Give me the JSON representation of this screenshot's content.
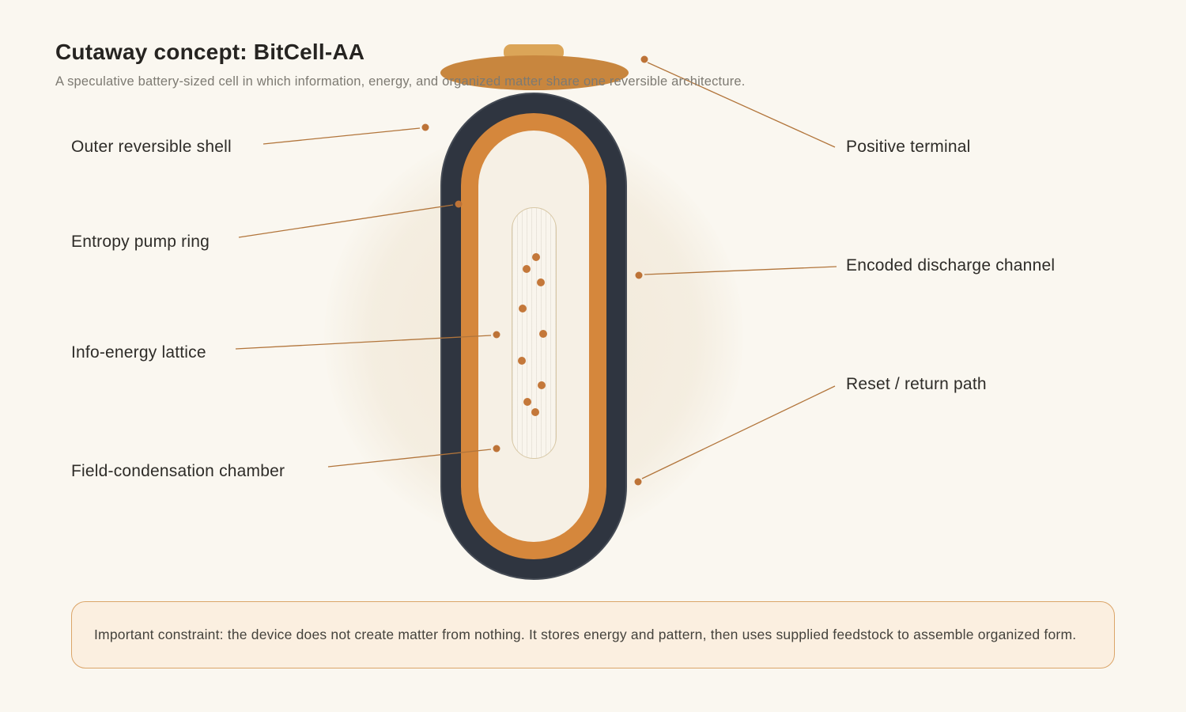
{
  "header": {
    "title": "Cutaway concept: BitCell-AA",
    "subtitle": "A speculative battery-sized cell in which information, energy, and organized matter share one reversible architecture."
  },
  "labels": {
    "left": [
      {
        "text": "Outer reversible shell"
      },
      {
        "text": "Entropy pump ring"
      },
      {
        "text": "Info-energy lattice"
      },
      {
        "text": "Field-condensation chamber"
      }
    ],
    "right": [
      {
        "text": "Positive terminal"
      },
      {
        "text": "Encoded discharge channel"
      },
      {
        "text": "Reset / return path"
      }
    ]
  },
  "note": {
    "text": "Important constraint: the device does not create matter from nothing. It stores energy and pattern, then uses supplied feedstock to assemble organized form."
  },
  "colors": {
    "background": "#FAF7F0",
    "shell": "#2F3540",
    "entropy_ring": "#D5873C",
    "chamber": "#F6F0E5",
    "terminal": "#C8863E",
    "terminal_cap": "#DBA558",
    "leader_line": "#B2753B",
    "lattice_dot": "#C4783A",
    "note_fill": "#FBEFE0",
    "note_border": "#DBA569"
  }
}
